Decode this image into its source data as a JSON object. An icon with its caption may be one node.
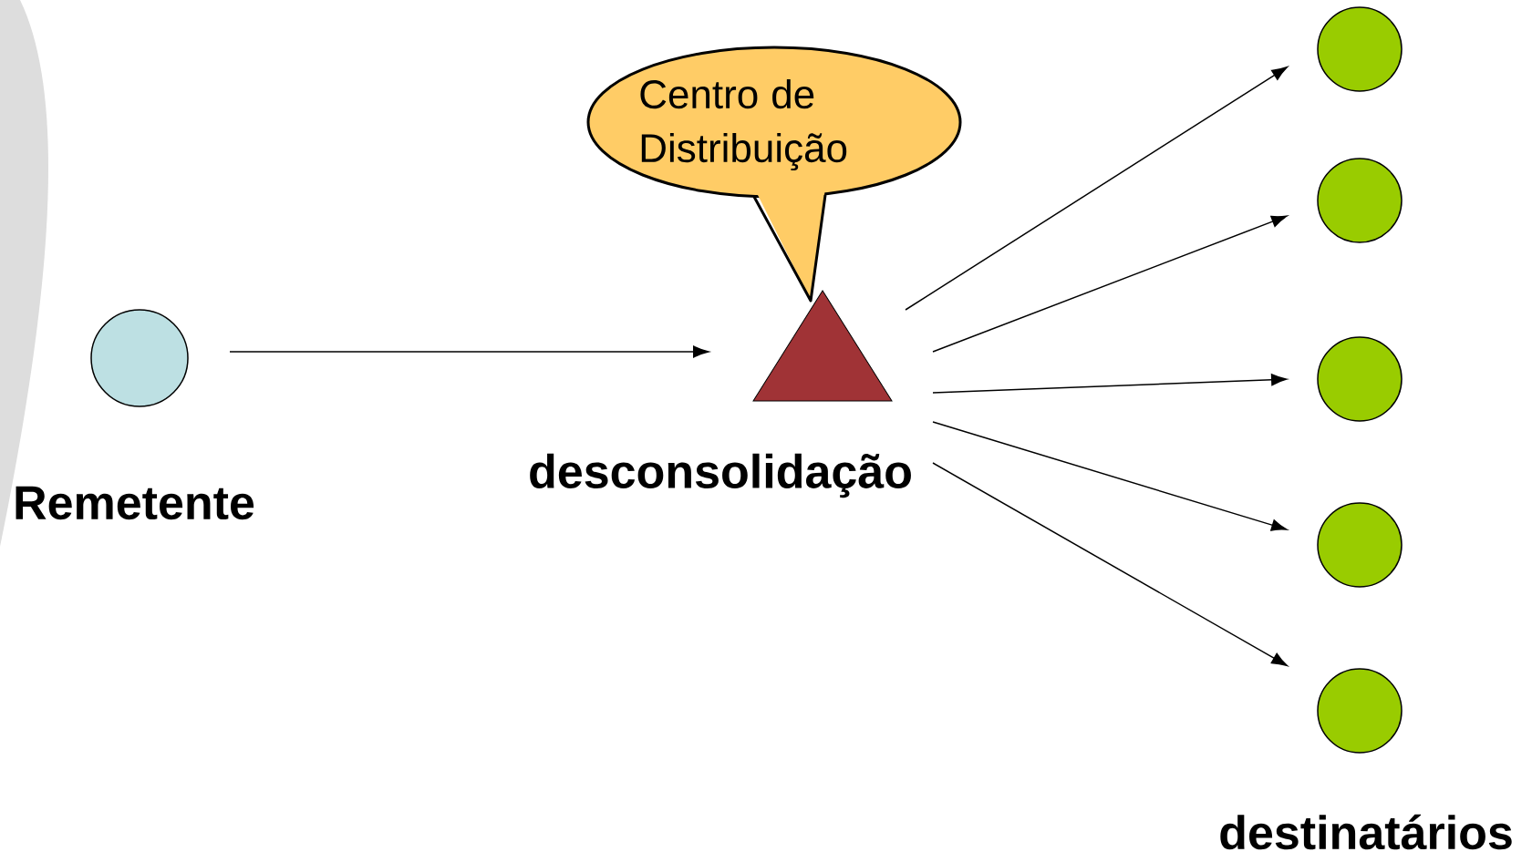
{
  "diagram": {
    "nodes": [
      {
        "text": [],
        "shape": "circle",
        "beside": [
          "Remetente"
        ]
      },
      {
        "text": [],
        "shape": "triangle",
        "beside": [
          "desconsolidação"
        ]
      },
      {
        "text": [
          "Centro de Distribuição"
        ]
      },
      {
        "text": [],
        "shape": "circle"
      },
      {
        "text": [],
        "shape": "circle"
      },
      {
        "text": [],
        "shape": "circle"
      },
      {
        "text": [],
        "shape": "circle"
      },
      {
        "text": [],
        "shape": "circle"
      }
    ],
    "edges": [
      {
        "from": 0,
        "to": 1,
        "arrow": "to"
      },
      {
        "from": 1,
        "to": 3,
        "arrow": "to"
      },
      {
        "from": 1,
        "to": 4,
        "arrow": "to"
      },
      {
        "from": 1,
        "to": 5,
        "arrow": "to"
      },
      {
        "from": 1,
        "to": 6,
        "arrow": "to"
      },
      {
        "from": 1,
        "to": 7,
        "arrow": "to"
      }
    ],
    "labels": [
      "destinatários"
    ]
  }
}
